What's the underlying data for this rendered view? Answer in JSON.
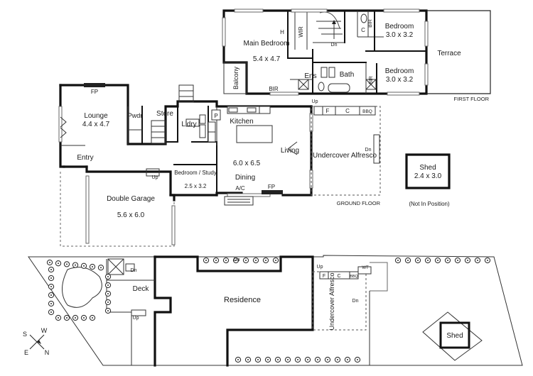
{
  "first_floor": {
    "level_label": "FIRST FLOOR",
    "rooms": {
      "main_bedroom_name": "Main\nBedroom",
      "main_bedroom_size": "5.4 x 4.7",
      "bedroom2_name": "Bedroom",
      "bedroom2_size": "3.0 x 3.2",
      "bedroom3_name": "Bedroom",
      "bedroom3_size": "3.0 x 3.2",
      "terrace": "Terrace",
      "balcony": "Balcony",
      "ens": "Ens",
      "bath": "Bath",
      "wir": "WIR",
      "bir_bottom": "BIR",
      "bir_top": "BIR",
      "bir_lower": "BIR",
      "h": "H",
      "c": "C",
      "dn": "Dn"
    }
  },
  "ground_floor": {
    "level_label": "GROUND FLOOR",
    "rooms": {
      "lounge_name": "Lounge",
      "lounge_size": "4.4 x 4.7",
      "fp_lounge": "FP",
      "pwdr": "Pwdr",
      "store": "Store",
      "ldry": "L'dry",
      "kitchen": "Kitchen",
      "living": "Living",
      "living_size": "6.0 x 6.5",
      "dining": "Dining",
      "ac": "A/C",
      "fp_dining": "FP",
      "entry": "Entry",
      "bedroom_study_name": "Bedroom /\nStudy",
      "bedroom_study_size": "2.5 x 3.2",
      "garage_name": "Double\nGarage",
      "garage_size": "5.6 x 6.0",
      "alfresco_name": "Undercover\nAlfresco",
      "bbq": "BBQ",
      "f": "F",
      "c": "C",
      "p": "P",
      "up": "Up",
      "dn": "Dn"
    },
    "shed_name": "Shed",
    "shed_size": "2.4 x 3.0",
    "shed_note": "(Not In Position)"
  },
  "site_plan": {
    "residence": "Residence",
    "deck": "Deck",
    "alfresco": "Undercover\nAlfresco",
    "shed": "Shed",
    "wt": "WT",
    "bbq": "BBQ",
    "f": "F",
    "c": "C",
    "up": "Up",
    "dn": "Dn"
  },
  "compass": {
    "s": "S",
    "w": "W",
    "e": "E",
    "n": "N"
  }
}
